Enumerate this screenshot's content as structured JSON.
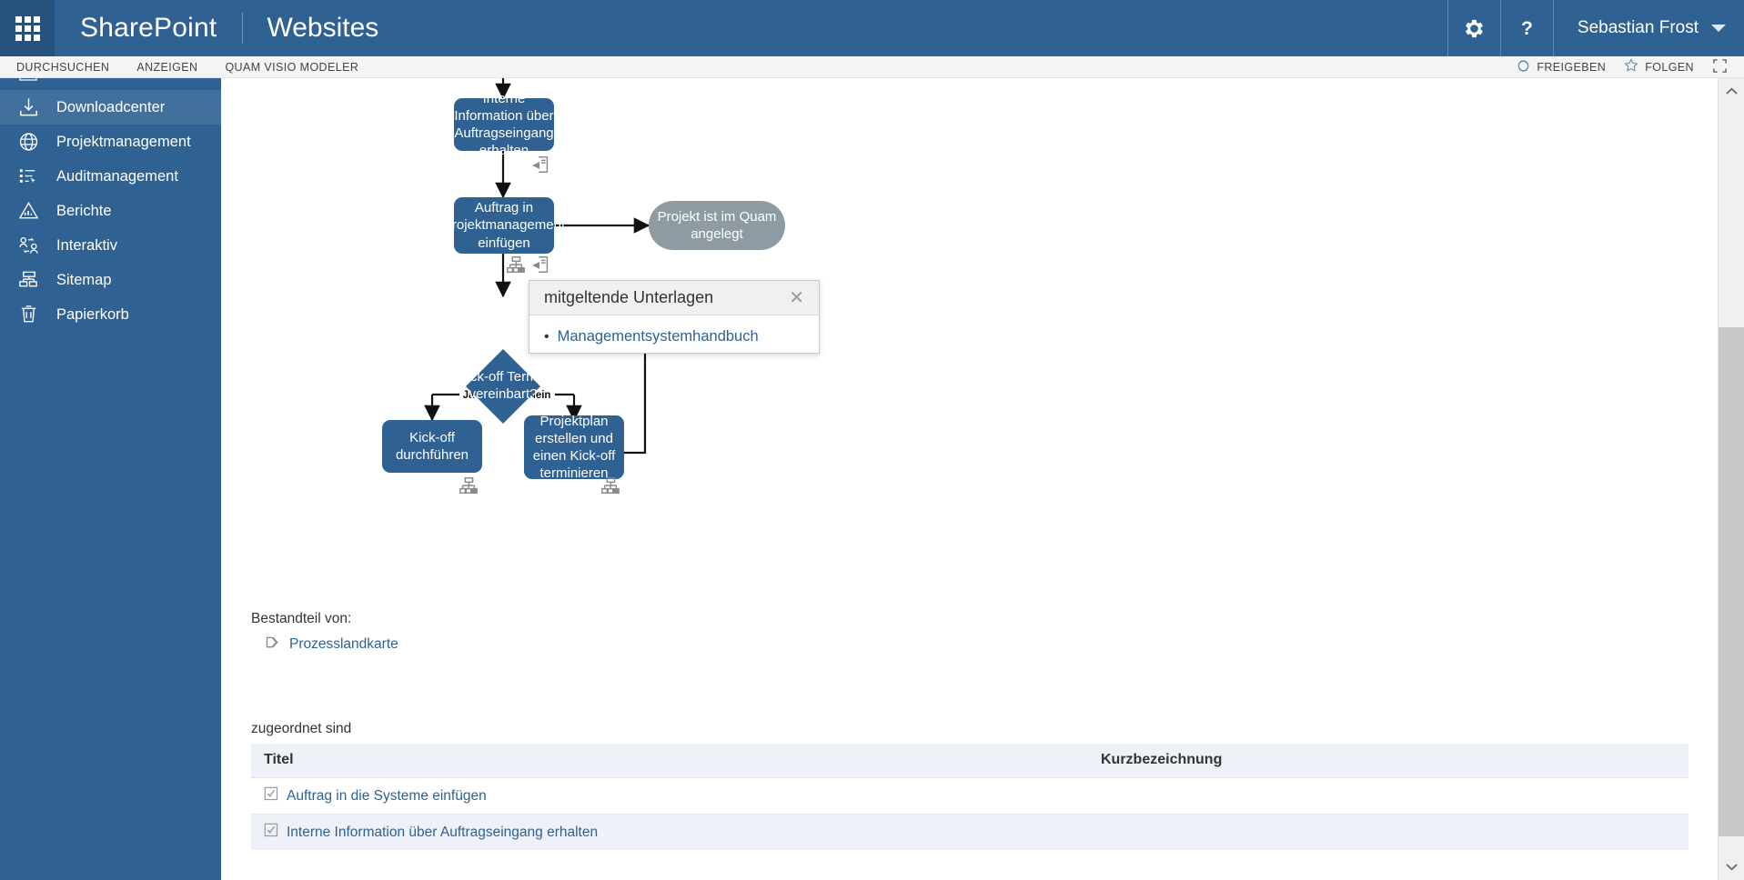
{
  "suitebar": {
    "waffle_label": "app-launcher",
    "brand": "SharePoint",
    "site_title": "Websites",
    "settings_icon": "gear-icon",
    "help_icon": "question-mark-icon",
    "user_name": "Sebastian Frost",
    "user_caret": "chevron-down-icon",
    "accent_color": "#2f6193"
  },
  "ribbon": {
    "tabs": [
      {
        "label": "DURCHSUCHEN"
      },
      {
        "label": "ANZEIGEN"
      },
      {
        "label": "QUAM VISIO MODELER"
      }
    ],
    "actions": [
      {
        "label": "FREIGEBEN",
        "icon": "share-icon"
      },
      {
        "label": "FOLGEN",
        "icon": "star-icon"
      }
    ],
    "focus_icon": "focus-on-content-icon"
  },
  "sidebar": {
    "items": [
      {
        "label": "",
        "icon": "partial-icon",
        "active": false,
        "partial": true
      },
      {
        "label": "Downloadcenter",
        "icon": "download-icon",
        "active": true
      },
      {
        "label": "Projektmanagement",
        "icon": "globe-icon",
        "active": false
      },
      {
        "label": "Auditmanagement",
        "icon": "list-cursor-icon",
        "active": false
      },
      {
        "label": "Berichte",
        "icon": "chart-triangle-icon",
        "active": false
      },
      {
        "label": "Interaktiv",
        "icon": "people-exchange-icon",
        "active": false
      },
      {
        "label": "Sitemap",
        "icon": "sitemap-icon",
        "active": false
      },
      {
        "label": "Papierkorb",
        "icon": "recycle-bin-icon",
        "active": false
      }
    ]
  },
  "diagram": {
    "nodes": [
      {
        "id": "n1",
        "label": "Interne Information über Auftragseingang erhalten",
        "shape": "process"
      },
      {
        "id": "n2",
        "label": "Auftrag in Projektmanagement einfügen",
        "shape": "process"
      },
      {
        "id": "n3",
        "label": "Projekt ist im Quam angelegt",
        "shape": "terminal"
      },
      {
        "id": "n4",
        "label": "Kick-off Termin vereinbart?",
        "shape": "decision"
      },
      {
        "id": "n5",
        "label": "Kick-off durchführen",
        "shape": "process"
      },
      {
        "id": "n6",
        "label": "Projektplan erstellen und einen Kick-off terminieren",
        "shape": "process"
      }
    ],
    "edge_labels": [
      {
        "label": "Ja"
      },
      {
        "label": "Nein"
      }
    ],
    "markers": [
      {
        "icon": "document-pin-icon"
      },
      {
        "icon": "org-chart-icon"
      },
      {
        "icon": "document-pin-icon"
      },
      {
        "icon": "org-chart-icon"
      },
      {
        "icon": "org-chart-icon"
      }
    ],
    "node_fill": "#2f6193",
    "terminal_fill": "#8f9ba3"
  },
  "callout": {
    "title": "mitgeltende Unterlagen",
    "close_icon": "close-icon",
    "items": [
      {
        "bullet": "•",
        "label": "Managementsystemhandbuch"
      }
    ]
  },
  "bestandteil": {
    "label": "Bestandteil von:",
    "link": {
      "icon": "process-arrow-icon",
      "label": "Prozesslandkarte"
    }
  },
  "assigned": {
    "label": "zugeordnet sind",
    "columns": [
      "Titel",
      "Kurzbezeichnung"
    ],
    "rows": [
      {
        "icon": "checkbox-check-icon",
        "title": "Auftrag in die Systeme einfügen",
        "kurz": ""
      },
      {
        "icon": "checkbox-check-icon",
        "title": "Interne Information über Auftragseingang erhalten",
        "kurz": ""
      }
    ]
  },
  "scrollbar": {
    "up_icon": "chevron-up-icon",
    "down_icon": "chevron-down-icon"
  }
}
